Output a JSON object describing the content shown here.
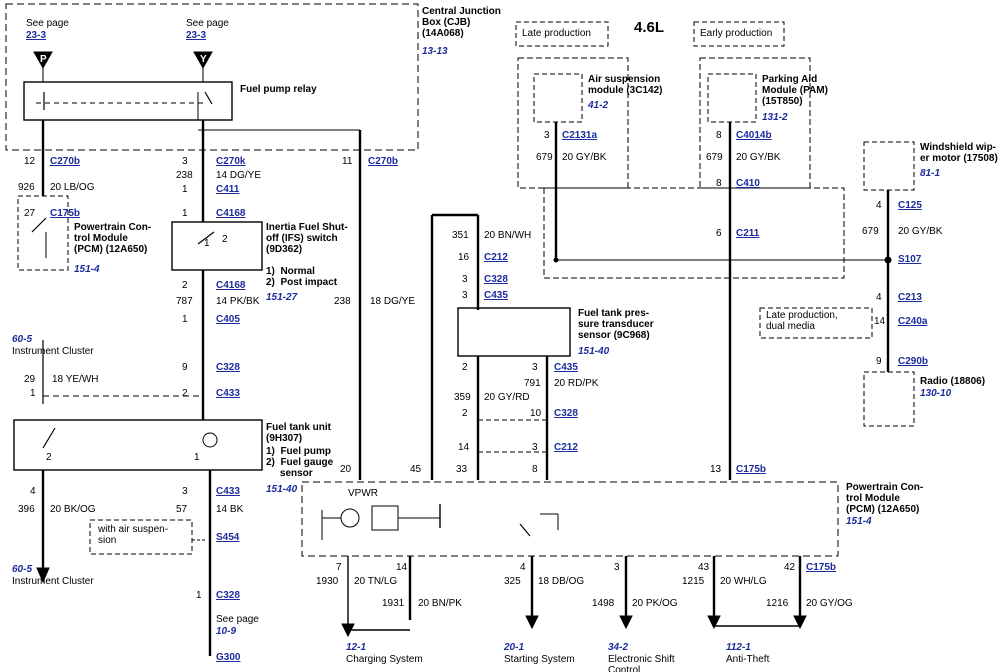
{
  "header": {
    "engine": "4.6L",
    "late_production": "Late production",
    "early_production": "Early production"
  },
  "labels": {
    "see_page": "See page",
    "ref_23_3": "23-3",
    "ref_23_3b": "23-3",
    "marker_p": "P",
    "marker_y": "Y"
  },
  "cjb": {
    "title": "Central Junction\nBox (CJB)\n(14A068)",
    "ref": "13-13"
  },
  "relay": {
    "label": "Fuel pump relay"
  },
  "pcm_top": {
    "name": "Powertrain Con-\ntrol Module\n(PCM) (12A650)",
    "ref": "151-4"
  },
  "ifs": {
    "name": "Inertia Fuel Shut-\noff (IFS) switch\n(9D362)",
    "items": "1)  Normal\n2)  Post impact",
    "ref": "151-27",
    "pin1": "1",
    "pin2": "2"
  },
  "air_susp": {
    "name": "Air suspension\nmodule (3C142)",
    "ref": "41-2"
  },
  "pam": {
    "name": "Parking Aid\nModule (PAM)\n(15T850)",
    "ref": "131-2"
  },
  "wiper": {
    "name": "Windshield wip-\ner motor (17508)",
    "ref": "81-1"
  },
  "transducer": {
    "name": "Fuel tank pres-\nsure transducer\nsensor (9C968)",
    "ref": "151-40"
  },
  "fuel_tank": {
    "name": "Fuel tank unit\n(9H307)",
    "items": "1)  Fuel pump\n2)  Fuel gauge\n     sensor",
    "ref": "151-40",
    "pin1": "1",
    "pin2": "2"
  },
  "radio": {
    "name": "Radio (18806)",
    "ref": "130-10"
  },
  "late_dual": {
    "text": "Late production,\ndual media"
  },
  "with_air": {
    "text": "with air suspen-\nsion"
  },
  "cluster_top": {
    "ref": "60-5",
    "name": "Instrument Cluster"
  },
  "cluster_bot": {
    "ref": "60-5",
    "name": "Instrument Cluster"
  },
  "pcm_main": {
    "name": "Powertrain Con-\ntrol Module\n(PCM) (12A650)",
    "ref": "151-4",
    "vpwr": "VPWR"
  },
  "see_page_bottom": {
    "text": "See page",
    "ref": "10-9",
    "ground": "G300"
  },
  "bottom_refs": [
    {
      "ref": "12-1",
      "name": "Charging System"
    },
    {
      "ref": "20-1",
      "name": "Starting System"
    },
    {
      "ref": "34-2",
      "name": "Electronic Shift\nControl"
    },
    {
      "ref": "112-1",
      "name": "Anti-Theft"
    }
  ],
  "connectors": {
    "c270b_1": "C270b",
    "c270k": "C270k",
    "c270b_2": "C270b",
    "c411": "C411",
    "c175b_1": "C175b",
    "c4168_1": "C4168",
    "c4168_2": "C4168",
    "c405": "C405",
    "c328_1": "C328",
    "c433_1": "C433",
    "c433_2": "C433",
    "s454": "S454",
    "c328_b": "C328",
    "c212_1": "C212",
    "c328_2": "C328",
    "c435_1": "C435",
    "c435_2": "C435",
    "c328_3": "C328",
    "c212_2": "C212",
    "c175b_2": "C175b",
    "c175b_3": "C175b",
    "c2131a": "C2131a",
    "c4014b": "C4014b",
    "c410": "C410",
    "c211": "C211",
    "c125": "C125",
    "s107": "S107",
    "c213": "C213",
    "c240a": "C240a",
    "c290b": "C290b"
  },
  "pins": {
    "p12": "12",
    "p3a": "3",
    "p11": "11",
    "p27": "27",
    "p1a": "1",
    "p1b": "1",
    "p2a": "2",
    "p1c": "1",
    "p9": "9",
    "p2b": "2",
    "p29": "29",
    "p1d": "1",
    "p2c": "2",
    "p4a": "4",
    "p3b": "3",
    "p1e": "1",
    "p20": "20",
    "p45": "45",
    "p33": "33",
    "p8a": "8",
    "p13": "13",
    "p16": "16",
    "p3c": "3",
    "p3d": "3",
    "p2d": "2",
    "p3e": "3",
    "p2e": "2",
    "p10": "10",
    "p14a": "14",
    "p3f": "3",
    "p3g": "3",
    "p8b": "8",
    "p8c": "8",
    "p6": "6",
    "p4b": "4",
    "p4c": "4",
    "p14b": "14",
    "p9b": "9",
    "p7": "7",
    "p14c": "14",
    "p4d": "4",
    "p3h": "3",
    "p43": "43",
    "p42": "42"
  },
  "wires": {
    "w926": "926",
    "w926c": "20 LB/OG",
    "w238a": "238",
    "w238ac": "14 DG/YE",
    "w787": "787",
    "w787c": "14 PK/BK",
    "w238b": "238",
    "w238bc": "18 DG/YE",
    "w18ye": "18 YE/WH",
    "w396": "396",
    "w396c": "20 BK/OG",
    "w57": "57",
    "w57c": "14 BK",
    "w351": "351",
    "w351c": "20 BN/WH",
    "w791": "791",
    "w791c": "20 RD/PK",
    "w359": "359",
    "w359c": "20 GY/RD",
    "w679a": "679",
    "w679ac": "20 GY/BK",
    "w679b": "679",
    "w679bc": "20 GY/BK",
    "w679c": "679",
    "w679cc": "20 GY/BK",
    "w1930": "1930",
    "w1930c": "20 TN/LG",
    "w1931": "1931",
    "w1931c": "20 BN/PK",
    "w325": "325",
    "w325c": "18 DB/OG",
    "w1498": "1498",
    "w1498c": "20 PK/OG",
    "w1215": "1215",
    "w1215c": "20 WH/LG",
    "w1216": "1216",
    "w1216c": "20 GY/OG"
  }
}
